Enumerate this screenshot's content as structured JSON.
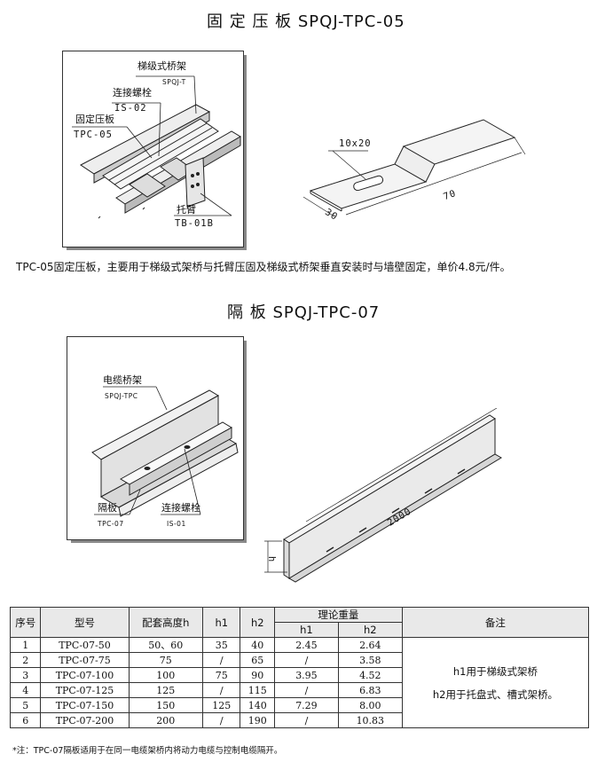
{
  "section1": {
    "title": "固 定 压 板 SPQJ-TPC-05",
    "labels": {
      "ladder_tray": "梯级式桥架",
      "ladder_tray_code": "SPQJ-T",
      "bolt": "连接螺栓",
      "bolt_code": "IS-02",
      "plate": "固定压板",
      "plate_code": "TPC-05",
      "bracket": "托臂",
      "bracket_code": "TB-01B"
    },
    "dims": {
      "slot": "10x20",
      "width": "30",
      "length": "70"
    },
    "description": "TPC-05固定压板，主要用于梯级式架桥与托臂压固及梯级式桥架垂直安装时与墙壁固定，单价4.8元/件。"
  },
  "section2": {
    "title": "隔 板 SPQJ-TPC-07",
    "labels": {
      "cable_tray": "电缆桥架",
      "cable_tray_code": "SPQJ-TPC",
      "partition": "隔板",
      "partition_code": "TPC-07",
      "bolt": "连接螺栓",
      "bolt_code": "IS-01"
    },
    "dims": {
      "length": "2000",
      "height": "h"
    }
  },
  "table": {
    "headers": {
      "seq": "序号",
      "model": "型号",
      "height": "配套高度h",
      "h1": "h1",
      "h2": "h2",
      "weight": "理论重量",
      "weight_h1": "h1",
      "weight_h2": "h2",
      "note": "备注"
    },
    "rows": [
      {
        "seq": "1",
        "model": "TPC-07-50",
        "height": "50、60",
        "h1": "35",
        "h2": "40",
        "w1": "2.45",
        "w2": "2.64"
      },
      {
        "seq": "2",
        "model": "TPC-07-75",
        "height": "75",
        "h1": "/",
        "h2": "65",
        "w1": "/",
        "w2": "3.58"
      },
      {
        "seq": "3",
        "model": "TPC-07-100",
        "height": "100",
        "h1": "75",
        "h2": "90",
        "w1": "3.95",
        "w2": "4.52"
      },
      {
        "seq": "4",
        "model": "TPC-07-125",
        "height": "125",
        "h1": "/",
        "h2": "115",
        "w1": "/",
        "w2": "6.83"
      },
      {
        "seq": "5",
        "model": "TPC-07-150",
        "height": "150",
        "h1": "125",
        "h2": "140",
        "w1": "7.29",
        "w2": "8.00"
      },
      {
        "seq": "6",
        "model": "TPC-07-200",
        "height": "200",
        "h1": "/",
        "h2": "190",
        "w1": "/",
        "w2": "10.83"
      }
    ],
    "note_line1": "h1用于梯级式架桥",
    "note_line2": "h2用于托盘式、槽式架桥。"
  },
  "footnote": "*注：TPC-07隔板适用于在同一电缆架桥内将动力电缆与控制电缆隔开。"
}
